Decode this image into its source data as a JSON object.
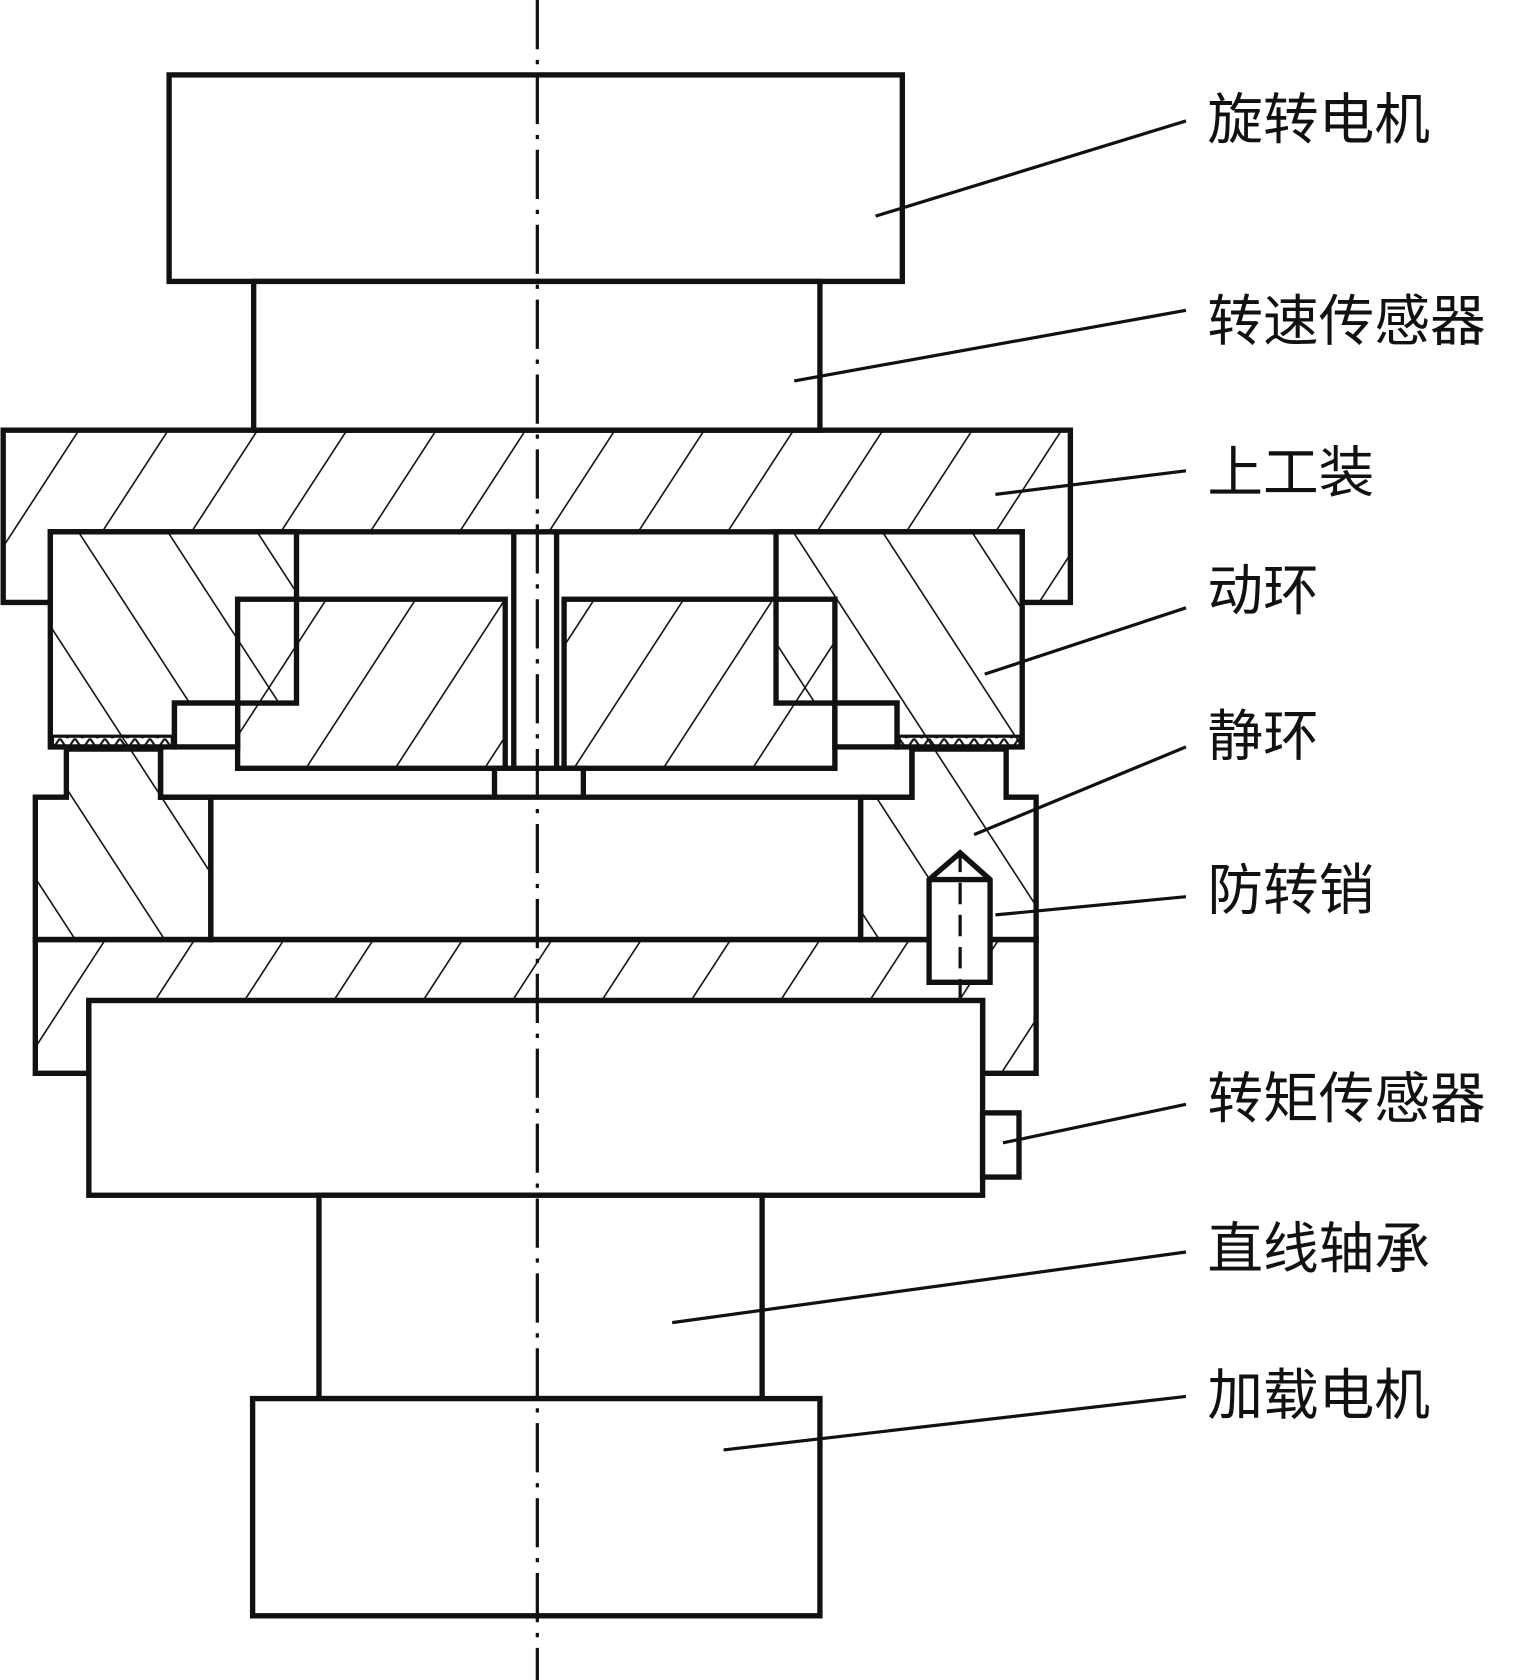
{
  "labels": {
    "rotary_motor": "旋转电机",
    "speed_sensor": "转速传感器",
    "upper_fixture": "上工装",
    "moving_ring": "动环",
    "stationary_ring": "静环",
    "anti_rotation_pin": "防转销",
    "torque_sensor": "转矩传感器",
    "linear_bearing": "直线轴承",
    "loading_motor": "加载电机"
  }
}
